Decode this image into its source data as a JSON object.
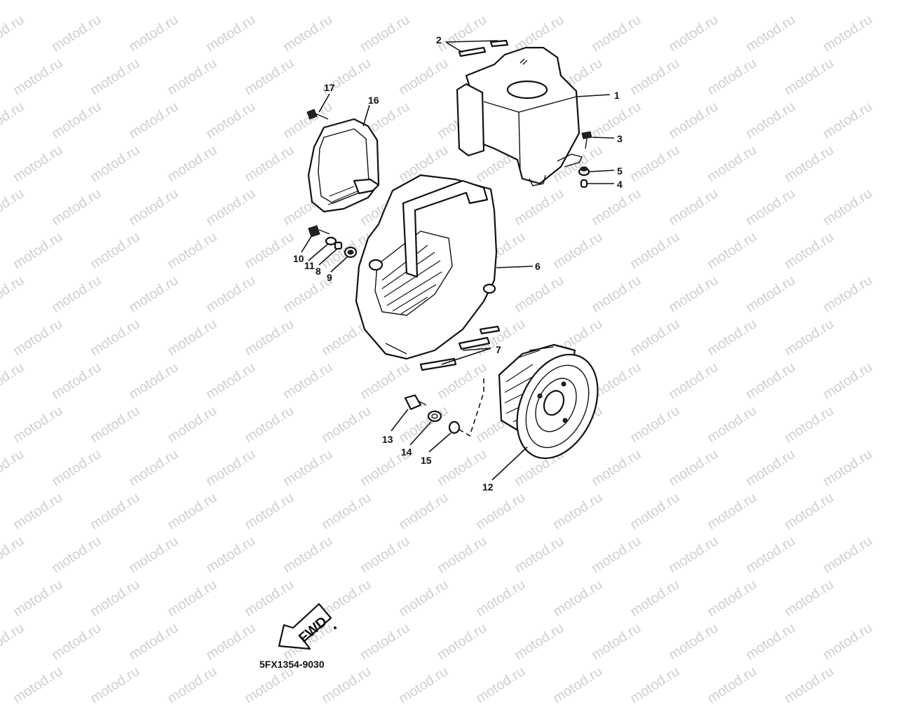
{
  "watermark": {
    "text": "motod.ru"
  },
  "diagram_code": "5FX1354-9030",
  "fwd_label": "FWD",
  "callouts": {
    "c1": "1",
    "c2": "2",
    "c3": "3",
    "c4": "4",
    "c5": "5",
    "c6": "6",
    "c7": "7",
    "c8": "8",
    "c9": "9",
    "c10": "10",
    "c11": "11",
    "c12": "12",
    "c13": "13",
    "c14": "14",
    "c15": "15",
    "c16": "16",
    "c17": "17"
  }
}
